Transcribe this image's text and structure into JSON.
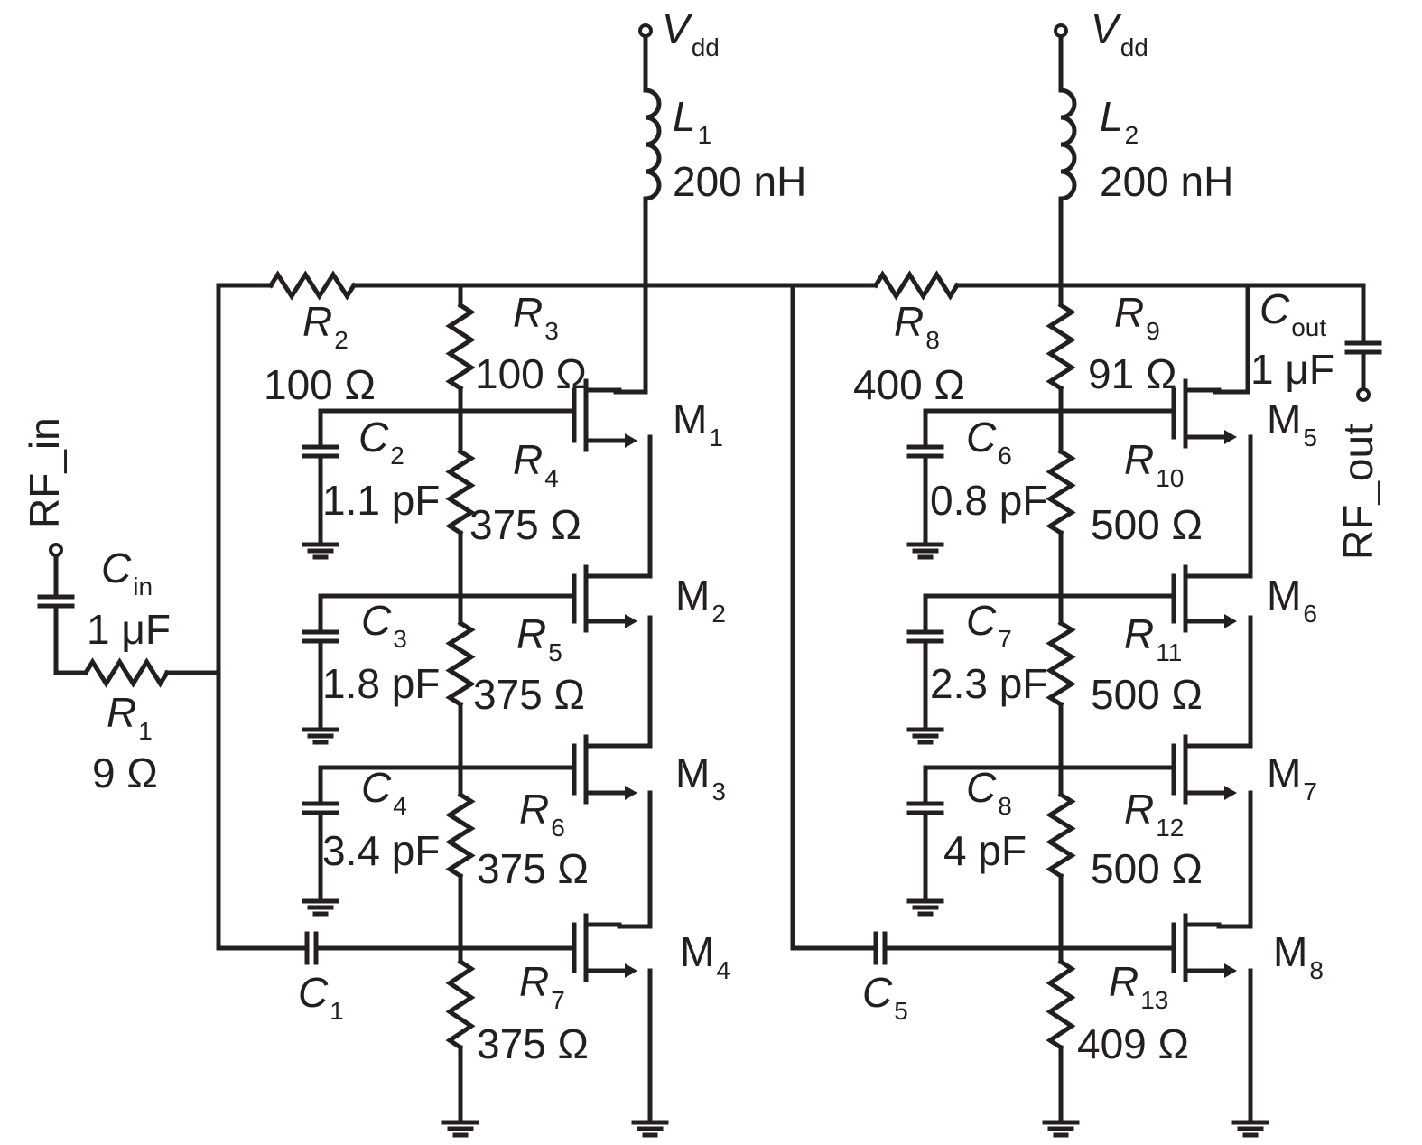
{
  "supplies": [
    {
      "id": "vdd1",
      "name": "V",
      "sub": "dd"
    },
    {
      "id": "vdd2",
      "name": "V",
      "sub": "dd"
    }
  ],
  "ports": {
    "input": "RF_in",
    "output": "RF_out"
  },
  "inductors": [
    {
      "id": "L1",
      "name": "L",
      "sub": "1",
      "value": "200 nH"
    },
    {
      "id": "L2",
      "name": "L",
      "sub": "2",
      "value": "200 nH"
    }
  ],
  "resistors": [
    {
      "id": "R1",
      "name": "R",
      "sub": "1",
      "value": "9 Ω"
    },
    {
      "id": "R2",
      "name": "R",
      "sub": "2",
      "value": "100 Ω"
    },
    {
      "id": "R3",
      "name": "R",
      "sub": "3",
      "value": "100 Ω"
    },
    {
      "id": "R4",
      "name": "R",
      "sub": "4",
      "value": "375 Ω"
    },
    {
      "id": "R5",
      "name": "R",
      "sub": "5",
      "value": "375 Ω"
    },
    {
      "id": "R6",
      "name": "R",
      "sub": "6",
      "value": "375 Ω"
    },
    {
      "id": "R7",
      "name": "R",
      "sub": "7",
      "value": "375 Ω"
    },
    {
      "id": "R8",
      "name": "R",
      "sub": "8",
      "value": "400 Ω"
    },
    {
      "id": "R9",
      "name": "R",
      "sub": "9",
      "value": "91 Ω"
    },
    {
      "id": "R10",
      "name": "R",
      "sub": "10",
      "value": "500 Ω"
    },
    {
      "id": "R11",
      "name": "R",
      "sub": "11",
      "value": "500 Ω"
    },
    {
      "id": "R12",
      "name": "R",
      "sub": "12",
      "value": "500 Ω"
    },
    {
      "id": "R13",
      "name": "R",
      "sub": "13",
      "value": "409 Ω"
    }
  ],
  "capacitors": [
    {
      "id": "Cin",
      "name": "C",
      "sub": "in",
      "value": "1 μF"
    },
    {
      "id": "C1",
      "name": "C",
      "sub": "1",
      "value": ""
    },
    {
      "id": "C2",
      "name": "C",
      "sub": "2",
      "value": "1.1 pF"
    },
    {
      "id": "C3",
      "name": "C",
      "sub": "3",
      "value": "1.8 pF"
    },
    {
      "id": "C4",
      "name": "C",
      "sub": "4",
      "value": "3.4 pF"
    },
    {
      "id": "C5",
      "name": "C",
      "sub": "5",
      "value": ""
    },
    {
      "id": "C6",
      "name": "C",
      "sub": "6",
      "value": "0.8 pF"
    },
    {
      "id": "C7",
      "name": "C",
      "sub": "7",
      "value": "2.3 pF"
    },
    {
      "id": "C8",
      "name": "C",
      "sub": "8",
      "value": "4 pF"
    },
    {
      "id": "Cout",
      "name": "C",
      "sub": "out",
      "value": "1 μF"
    }
  ],
  "transistors": [
    {
      "id": "M1",
      "name": "M",
      "sub": "1"
    },
    {
      "id": "M2",
      "name": "M",
      "sub": "2"
    },
    {
      "id": "M3",
      "name": "M",
      "sub": "3"
    },
    {
      "id": "M4",
      "name": "M",
      "sub": "4"
    },
    {
      "id": "M5",
      "name": "M",
      "sub": "5"
    },
    {
      "id": "M6",
      "name": "M",
      "sub": "6"
    },
    {
      "id": "M7",
      "name": "M",
      "sub": "7"
    },
    {
      "id": "M8",
      "name": "M",
      "sub": "8"
    }
  ]
}
